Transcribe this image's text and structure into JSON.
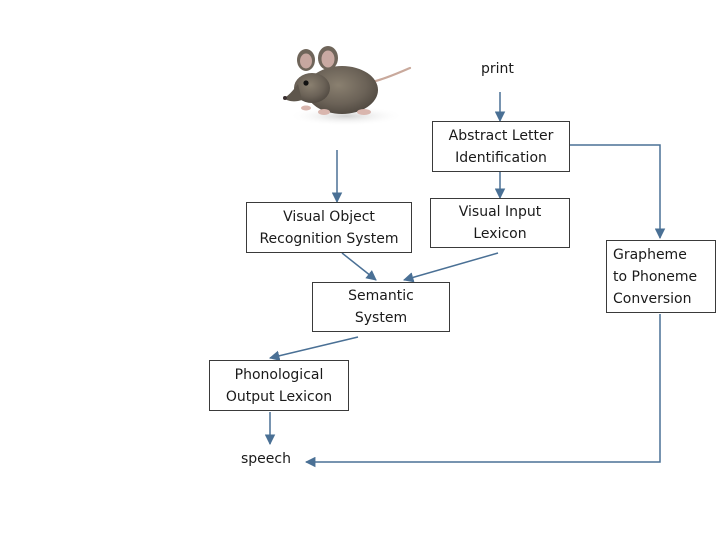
{
  "inputs": {
    "print": "print"
  },
  "outputs": {
    "speech": "speech"
  },
  "boxes": {
    "abstract_letter": {
      "line1": "Abstract Letter",
      "line2": "Identification"
    },
    "visual_input_lexicon": {
      "line1": "Visual Input",
      "line2": "Lexicon"
    },
    "visual_object": {
      "line1": "Visual Object",
      "line2": "Recognition System"
    },
    "semantic": {
      "line1": "Semantic",
      "line2": "System"
    },
    "phonological": {
      "line1": "Phonological",
      "line2": "Output Lexicon"
    },
    "grapheme": {
      "line1": "Grapheme",
      "line2": "to Phoneme",
      "line3": "Conversion"
    }
  },
  "image": {
    "subject": "mouse",
    "icon": "mouse-photo-icon"
  },
  "colors": {
    "arrow": "#4a7095",
    "border": "#3a3a3a",
    "text": "#1a1a1a"
  }
}
